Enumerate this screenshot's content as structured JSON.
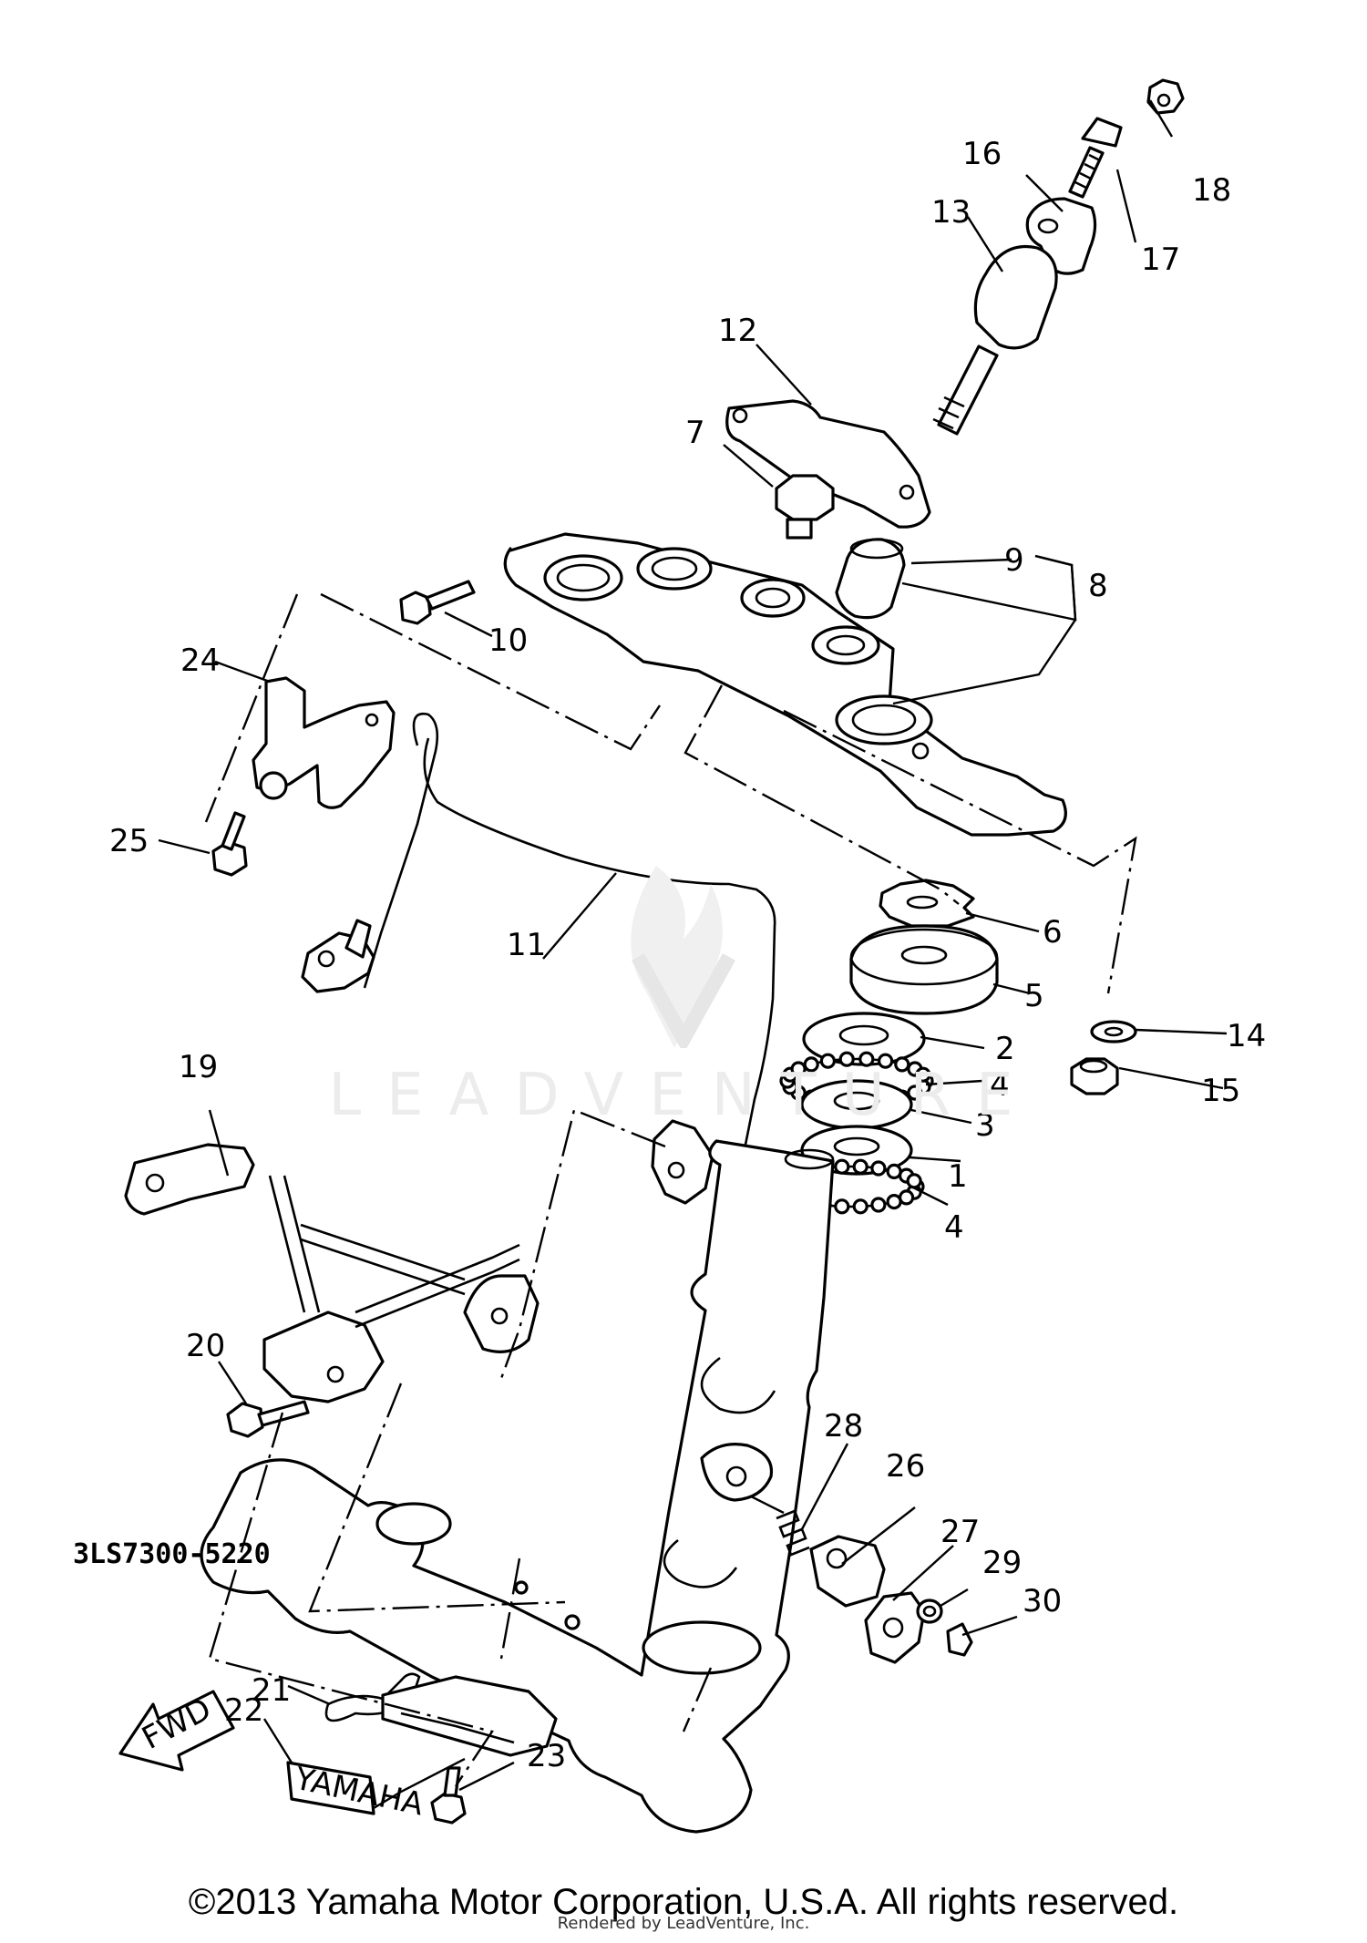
{
  "diagram": {
    "drawing_number": "3LS7300-5220",
    "copyright": "©2013 Yamaha Motor Corporation, U.S.A. All rights reserved.",
    "rendered_by": "Rendered by LeadVenture, Inc.",
    "watermark": "LEADVENTURE",
    "fwd_arrow_text": "FWD",
    "emblem_text": "YAMAHA",
    "callouts": [
      "1",
      "2",
      "3",
      "4",
      "4",
      "5",
      "6",
      "7",
      "8",
      "9",
      "10",
      "11",
      "12",
      "13",
      "14",
      "15",
      "16",
      "17",
      "18",
      "19",
      "20",
      "21",
      "22",
      "23",
      "24",
      "25",
      "26",
      "27",
      "28",
      "29",
      "30"
    ]
  }
}
